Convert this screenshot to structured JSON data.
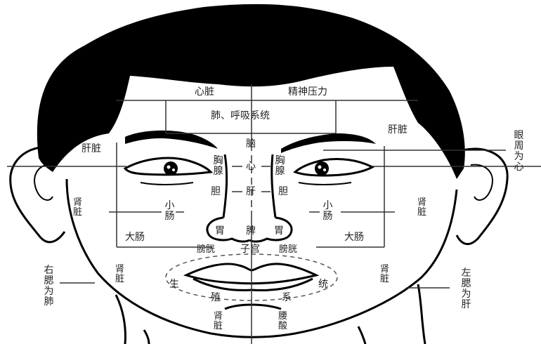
{
  "diagram": {
    "title_regions": {
      "forehead_left": "心脏",
      "forehead_right": "精神压力",
      "forehead_center": "肺、呼吸系统"
    },
    "labels": {
      "liver_left": "肝脏",
      "liver_right": "肝脏",
      "brain": "脑",
      "heart_center": "心",
      "liver_center": "肝",
      "thymus_left": "胸腺",
      "thymus_right": "胸腺",
      "gallbladder_left": "胆",
      "gallbladder_right": "胆",
      "small_intestine_left": "小肠",
      "small_intestine_right": "小肠",
      "kidney_left": "肾脏",
      "kidney_right": "肾脏",
      "large_intestine_left": "大肠",
      "large_intestine_right": "大肠",
      "stomach_left": "胃",
      "stomach_right": "胃",
      "spleen": "脾",
      "bladder_left": "膀胱",
      "bladder_right": "膀胱",
      "uterus": "子宫",
      "cheek_kidney_left": "肾脏",
      "cheek_kidney_right": "肾脏",
      "reproductive_1": "生",
      "reproductive_2": "殖",
      "reproductive_3": "系",
      "reproductive_4": "统",
      "chin_kidney": "肾脏",
      "chin_lumbar": "腰酸"
    },
    "side_notes": {
      "right_ear": "眼周为心",
      "right_cheek_left_side": "右腮为肺",
      "left_cheek_right_side": "左腮为肝"
    },
    "colors": {
      "ink": "#000000",
      "background": "#ffffff",
      "line": "#333333"
    }
  }
}
